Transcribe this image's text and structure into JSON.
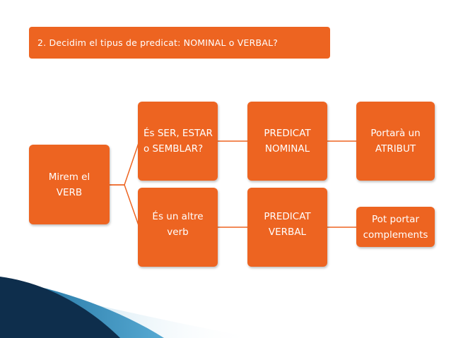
{
  "colors": {
    "box_fill": "#ED6421",
    "connector": "#ED6421",
    "corner_dark": "#0E2E4C",
    "corner_mid": "#1E6E9C",
    "corner_light": "#56A9D2"
  },
  "title": "2. Decidim el tipus de predicat: NOMINAL o VERBAL?",
  "nodes": {
    "root": "Mirem el\nVERB",
    "question_copular": "És SER, ESTAR\no SEMBLAR?",
    "question_other": "És un altre\nverb",
    "nominal": "PREDICAT\nNOMINAL",
    "verbal": "PREDICAT\nVERBAL",
    "atribut": "Portarà un\nATRIBUT",
    "complements": "Pot portar\ncomplements"
  }
}
